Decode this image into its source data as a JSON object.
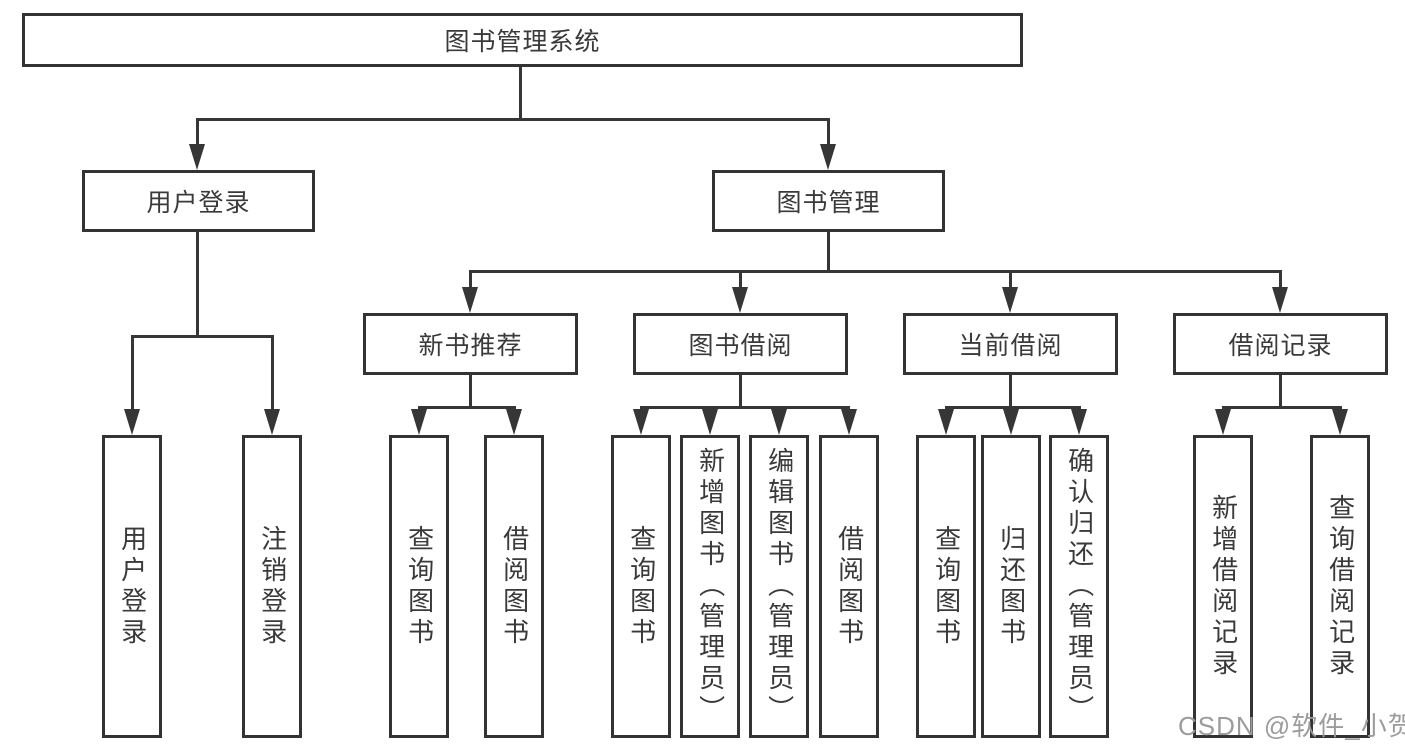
{
  "diagram": {
    "title_node": "图书管理系统",
    "level2": {
      "user_login": "用户登录",
      "book_management": "图书管理"
    },
    "level3": {
      "new_book_recommend": "新书推荐",
      "book_borrowing": "图书借阅",
      "current_borrowing": "当前借阅",
      "borrowing_records": "借阅记录"
    },
    "leaves": {
      "user_login": "用户登录",
      "logout": "注销登录",
      "rec_query_books": "查询图书",
      "rec_borrow_books": "借阅图书",
      "bor_query_books": "查询图书",
      "bor_add_books_admin": "新增图书（管理员）",
      "bor_edit_books_admin": "编辑图书（管理员）",
      "bor_borrow_books": "借阅图书",
      "cur_query_books": "查询图书",
      "cur_return_books": "归还图书",
      "cur_confirm_return_admin": "确认归还（管理员）",
      "rcd_add_record": "新增借阅记录",
      "rcd_query_record": "查询借阅记录"
    },
    "hierarchy": {
      "图书管理系统": [
        "用户登录",
        "图书管理"
      ],
      "用户登录": [
        "用户登录",
        "注销登录"
      ],
      "图书管理": [
        "新书推荐",
        "图书借阅",
        "当前借阅",
        "借阅记录"
      ],
      "新书推荐": [
        "查询图书",
        "借阅图书"
      ],
      "图书借阅": [
        "查询图书",
        "新增图书（管理员）",
        "编辑图书（管理员）",
        "借阅图书"
      ],
      "当前借阅": [
        "查询图书",
        "归还图书",
        "确认归还（管理员）"
      ],
      "借阅记录": [
        "新增借阅记录",
        "查询借阅记录"
      ]
    },
    "colors": {
      "background": "#ffffff",
      "node_border": "#333333",
      "connector_line": "#363636",
      "node_text": "#3a3a3a",
      "watermark_text": "#9c9c9c"
    }
  },
  "watermark": {
    "text": "CSDN @软件_小贺同学"
  }
}
